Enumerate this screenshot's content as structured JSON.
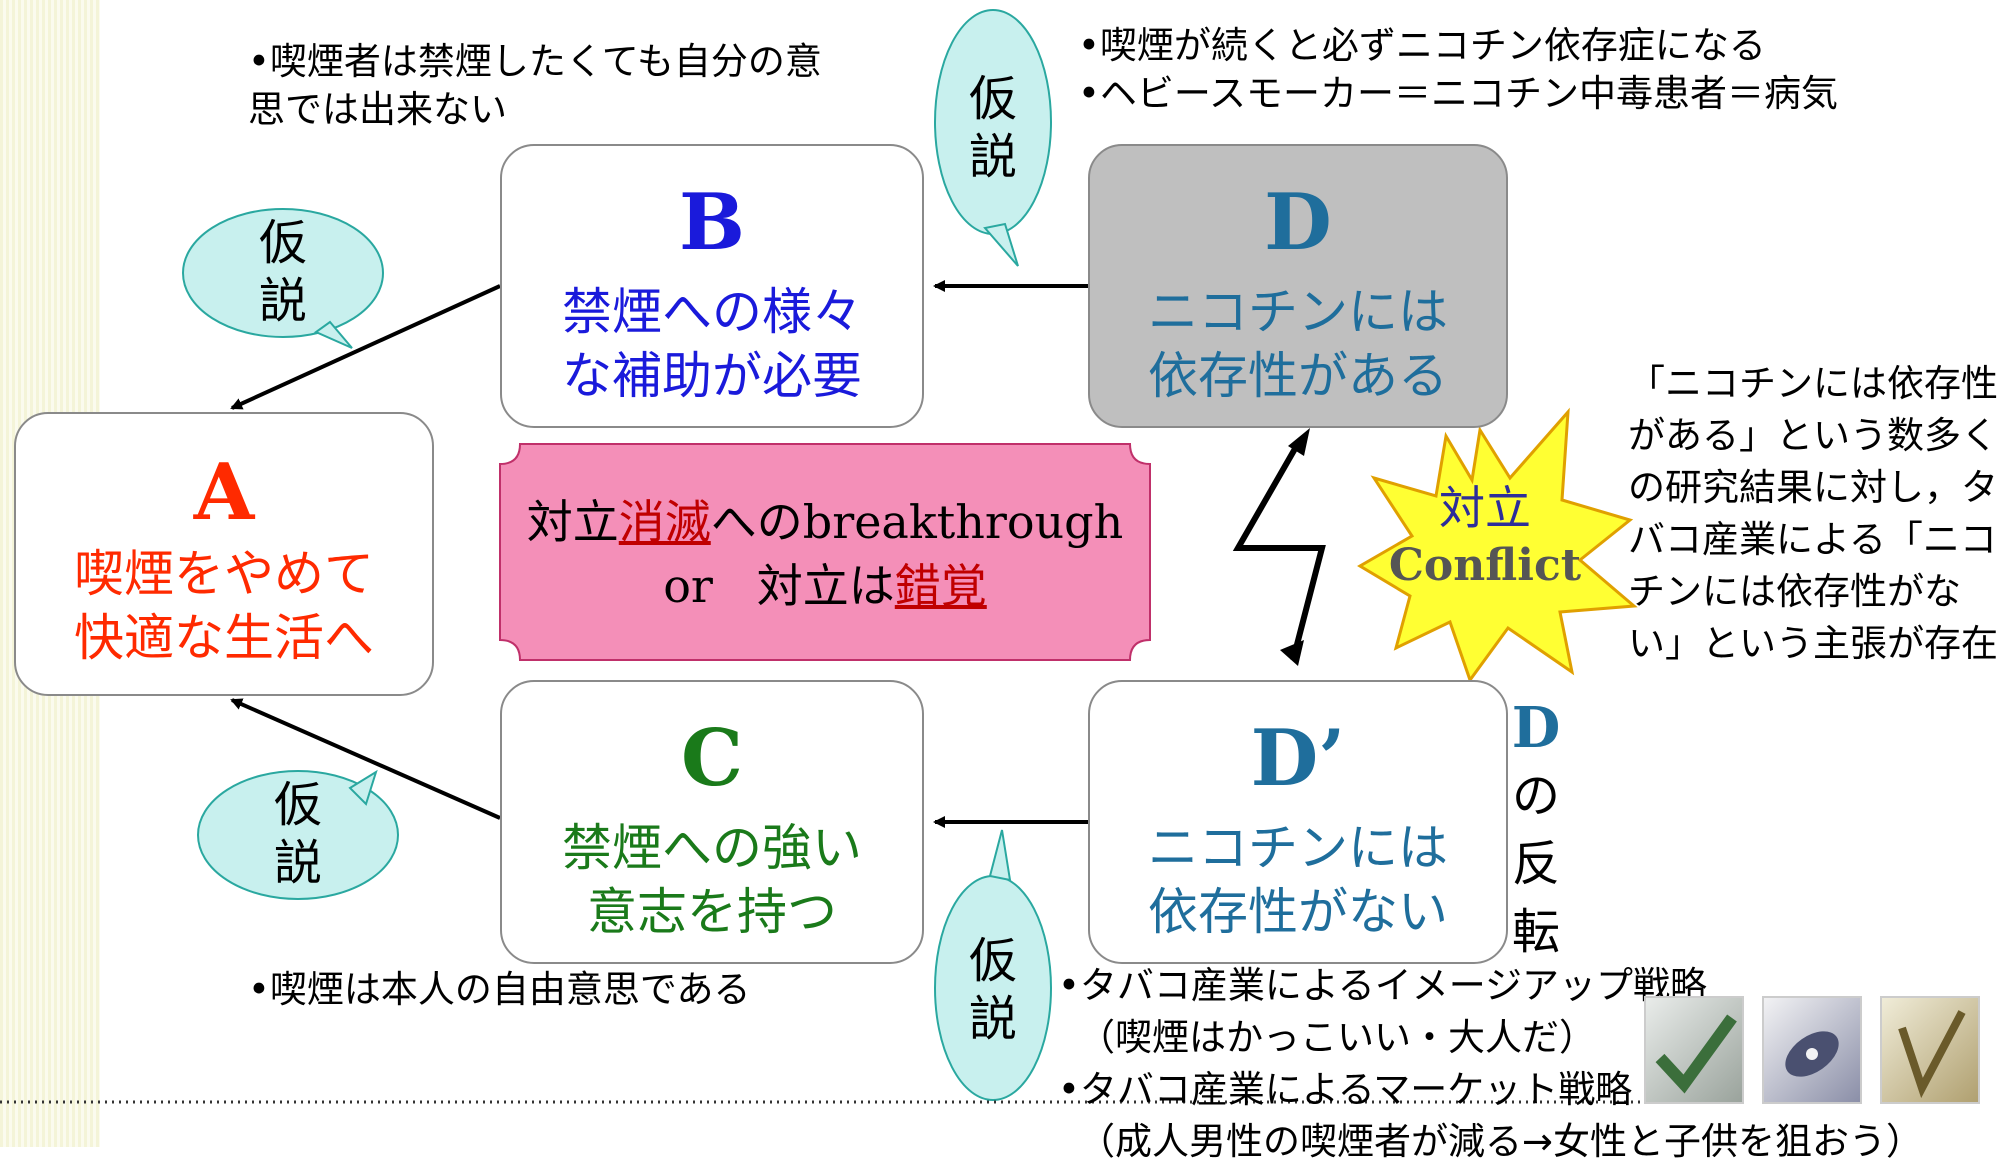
{
  "boxes": {
    "a": {
      "letter": "A",
      "line1": "喫煙をやめて",
      "line2": "快適な生活へ"
    },
    "b": {
      "letter": "B",
      "line1": "禁煙への様々",
      "line2": "な補助が必要"
    },
    "c": {
      "letter": "C",
      "line1": "禁煙への強い",
      "line2": "意志を持つ"
    },
    "d": {
      "letter": "D",
      "line1": "ニコチンには",
      "line2": "依存性がある"
    },
    "dprime": {
      "letter": "D’",
      "line1": "ニコチンには",
      "line2": "依存性がない"
    }
  },
  "hypothesis": {
    "line1": "仮",
    "line2": "説"
  },
  "notes": {
    "b": [
      "•喫煙者は禁煙したくても自分の意",
      "思では出来ない"
    ],
    "d": [
      "•喫煙が続くと必ずニコチン依存症になる",
      "•ヘビースモーカー＝ニコチン中毒患者＝病気"
    ],
    "c": [
      "•喫煙は本人の自由意思である"
    ],
    "dprime": [
      "•タバコ産業によるイメージアップ戦略",
      "（喫煙はかっこいい・大人だ）",
      "•タバコ産業によるマーケット戦略",
      "（成人男性の喫煙者が減る→女性と子供を狙おう）"
    ]
  },
  "center": {
    "prefix": "対立",
    "highlight1": "消滅",
    "mid": "への",
    "english": "breakthrough",
    "or": "or",
    "line2_prefix": "対立は",
    "highlight2": "錯覚"
  },
  "conflict": {
    "jp": "対立",
    "en": "Conflict"
  },
  "reversal": {
    "letter": "D",
    "chars": [
      "の",
      "反",
      "転"
    ]
  },
  "side_note": [
    "「ニコチンには依存性",
    "がある」という数多く",
    "の研究結果に対し，タ",
    "バコ産業による「ニコ",
    "チンには依存性がな",
    "い」という主張が存在"
  ],
  "colors": {
    "a": "#ff2a00",
    "b": "#1a1adb",
    "c": "#1a7a1a",
    "d": "#1f6e9c",
    "dletter": "#1f6e9c",
    "bubble": "#c8f0ee",
    "center_fill": "#f48fb8",
    "burst": "#ffff33"
  }
}
